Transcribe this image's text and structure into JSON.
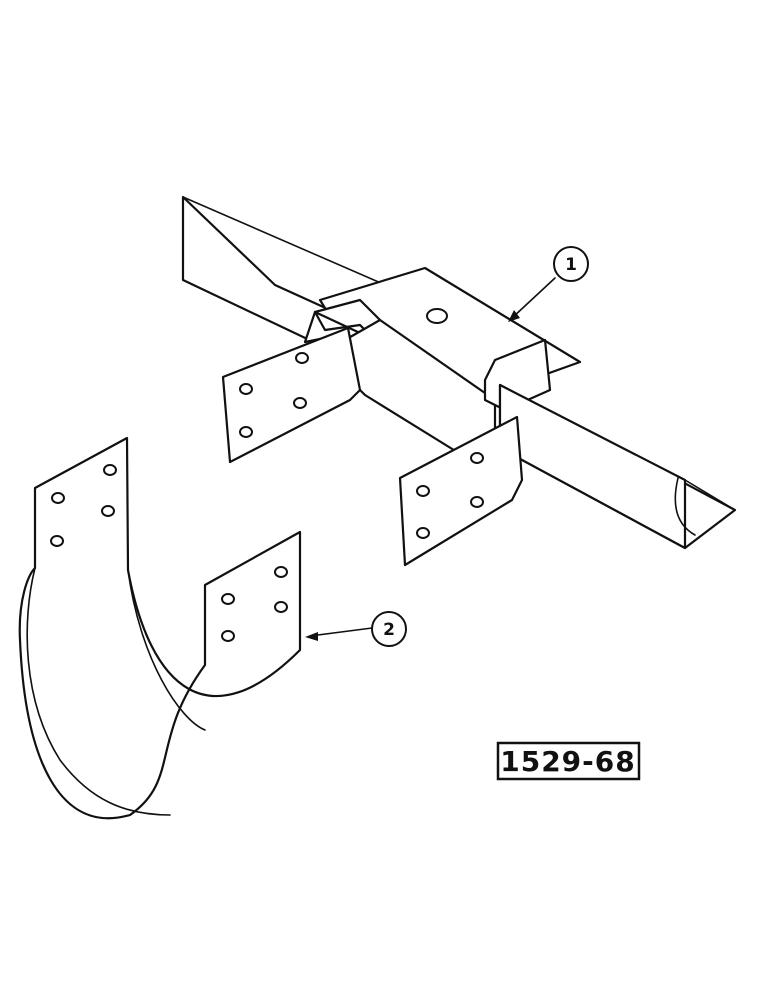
{
  "callouts": [
    {
      "label": "1"
    },
    {
      "label": "2"
    }
  ],
  "figure_number": "1529-68"
}
